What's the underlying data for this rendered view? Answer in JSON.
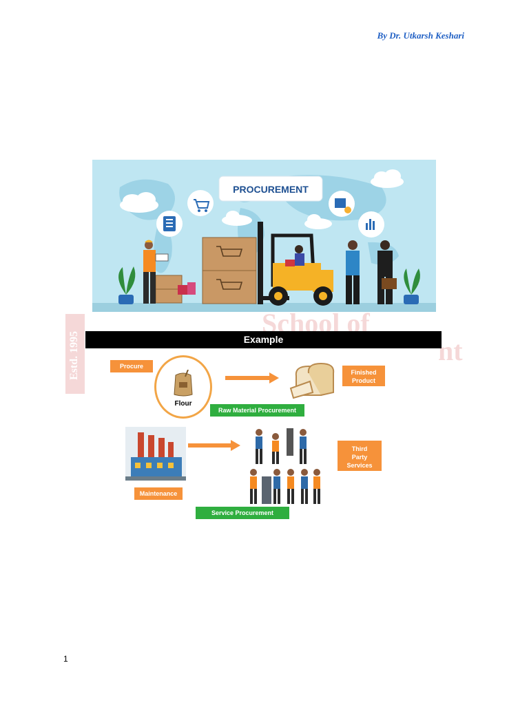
{
  "header": {
    "author": "By Dr. Utkarsh Keshari"
  },
  "watermark": {
    "estd": "Estd. 1995",
    "school": "School of",
    "tail": "nt"
  },
  "hero": {
    "title": "PROCUREMENT"
  },
  "example": {
    "heading": "Example",
    "procure_label": "Procure",
    "flour_label": "Flour",
    "finished_label_line1": "Finished",
    "finished_label_line2": "Product",
    "raw_label": "Raw Material Procurement",
    "maintenance_label": "Maintenance",
    "third_line1": "Third",
    "third_line2": "Party",
    "third_line3": "Services",
    "service_label": "Service Procurement"
  },
  "footer": {
    "page_number": "1"
  },
  "colors": {
    "accent_orange": "#f6923a",
    "accent_green": "#2fae3f",
    "author_blue": "#1f5fc4"
  }
}
